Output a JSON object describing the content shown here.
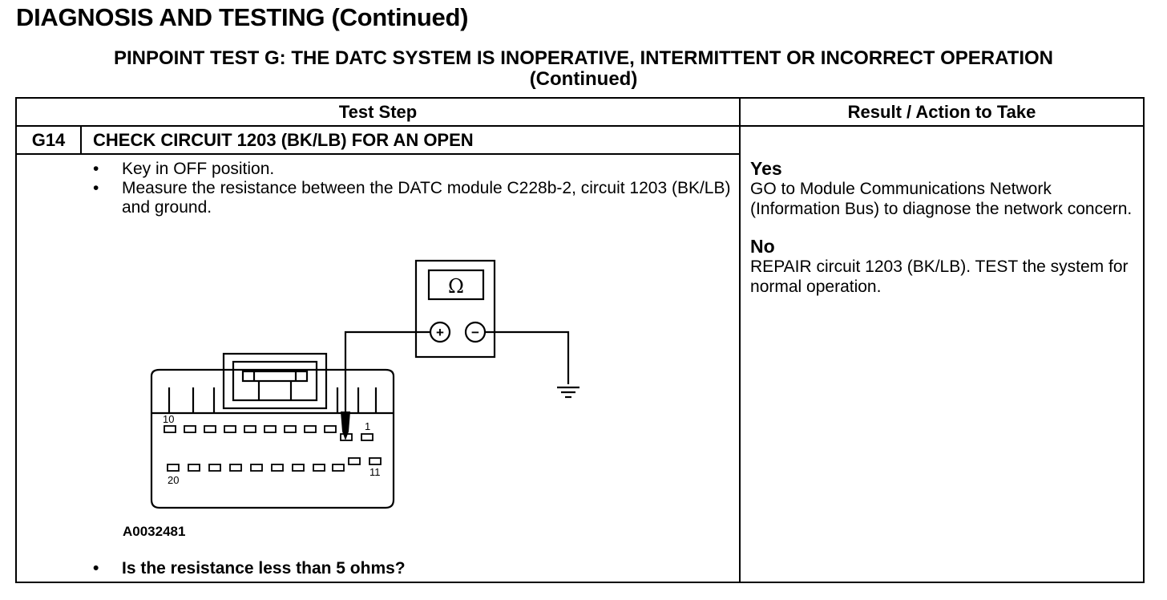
{
  "page": {
    "heading": "DIAGNOSIS AND TESTING (Continued)",
    "title_line1": "PINPOINT TEST G: THE DATC SYSTEM IS INOPERATIVE, INTERMITTENT OR INCORRECT OPERATION",
    "title_line2": "(Continued)"
  },
  "table": {
    "col_test_step": "Test Step",
    "col_result": "Result / Action to Take"
  },
  "step": {
    "id": "G14",
    "title": "CHECK CIRCUIT 1203 (BK/LB) FOR AN OPEN",
    "bullets": [
      "Key in OFF position.",
      "Measure the resistance between the DATC module C228b-2, circuit 1203 (BK/LB) and ground."
    ],
    "question": "Is the resistance less than 5 ohms?"
  },
  "figure": {
    "id": "A0032481",
    "meter_symbol": "Ω",
    "plus": "+",
    "minus": "−",
    "pin_labels": {
      "p10": "10",
      "p1": "1",
      "p20": "20",
      "p11": "11"
    }
  },
  "results": {
    "yes_label": "Yes",
    "yes_action": "GO to Module Communications Network (Information Bus) to diagnose the network concern.",
    "no_label": "No",
    "no_action": "REPAIR circuit 1203 (BK/LB). TEST the system for normal operation."
  }
}
